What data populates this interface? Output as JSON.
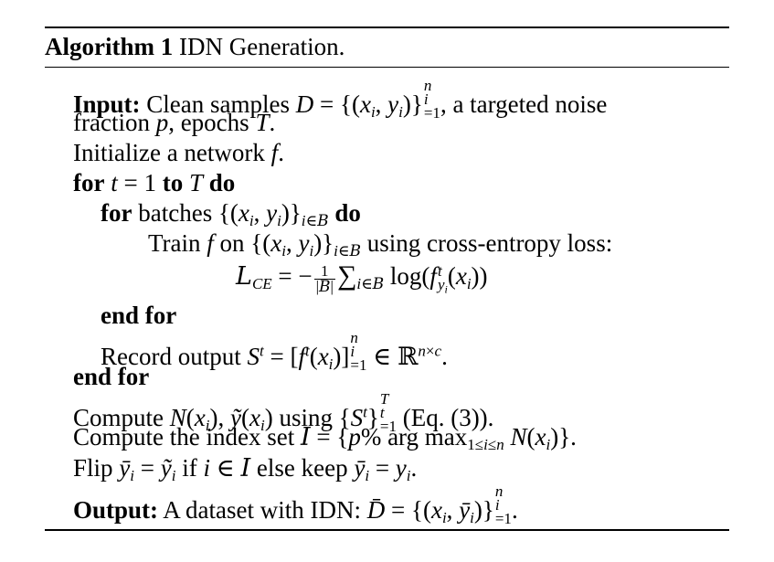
{
  "caption": {
    "label": "Algorithm 1",
    "title": "IDN Generation."
  },
  "lines": {
    "input_label": "Input:",
    "input_text_a": "Clean samples",
    "input_text_b": ", a targeted noise",
    "input_cont_a": "fraction",
    "input_cont_b": ", epochs",
    "init_a": "Initialize a network",
    "for_kw": "for",
    "to_kw": "to",
    "do_kw": "do",
    "batches_word": "batches",
    "train_a": "Train",
    "train_b": "on",
    "train_c": "using cross-entropy loss:",
    "endfor_inner": "end for",
    "record_a": "Record output",
    "endfor_outer": "end for",
    "compute_a": "Compute",
    "compute_b": "using",
    "compute_c": "(Eq. (3)).",
    "index_a": "Compute the index set",
    "flip_a": "Flip",
    "flip_b": "if",
    "flip_c": "else keep",
    "output_label": "Output:",
    "output_text": "A dataset with IDN:"
  }
}
